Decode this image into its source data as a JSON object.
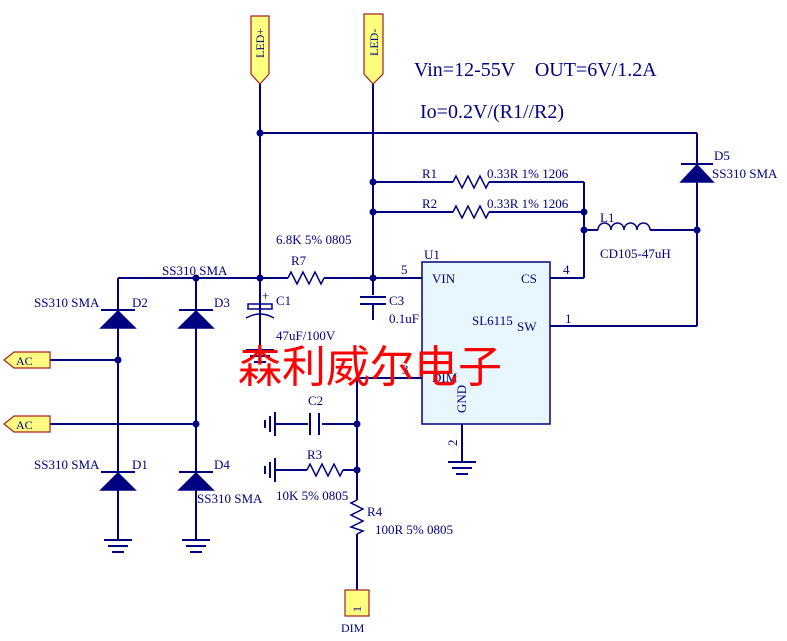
{
  "notes": {
    "vin_out": "Vin=12-55V    OUT=6V/1.2A",
    "io": "Io=0.2V/(R1//R2)"
  },
  "ports": {
    "led_plus": "LED+",
    "led_minus": "LED-",
    "ac_top": "AC",
    "ac_bottom": "AC",
    "dim": "DIM"
  },
  "components": {
    "r1_ref": "R1",
    "r1_val": "0.33R 1% 1206",
    "r2_ref": "R2",
    "r2_val": "0.33R 1% 1206",
    "d5_ref": "D5",
    "d5_val": "SS310 SMA",
    "l1_ref": "L1",
    "l1_val": "CD105-47uH",
    "r7_ref": "R7",
    "r7_val": "6.8K 5% 0805",
    "bridge_label": "SS310 SMA",
    "d2_ref": "D2",
    "d2_val": "SS310 SMA",
    "d3_ref": "D3",
    "d1_ref": "D1",
    "d1_val": "SS310 SMA",
    "d4_ref": "D4",
    "d4_val": "SS310 SMA",
    "c1_ref": "C1",
    "c1_val": "47uF/100V",
    "c3_ref": "C3",
    "c3_val": "0.1uF",
    "c2_ref": "C2",
    "r3_ref": "R3",
    "r3_val": "10K 5% 0805",
    "r4_ref": "R4",
    "r4_val": "100R 5% 0805",
    "u1_ref": "U1",
    "u1_part": "SL6115",
    "u1_vin": "VIN",
    "u1_cs": "CS",
    "u1_sw": "SW",
    "u1_dim": "DIM",
    "u1_gnd": "GND",
    "pin_5": "5",
    "pin_4": "4",
    "pin_1": "1",
    "pin_3": "3",
    "pin_2": "2",
    "dim_pin": "1"
  },
  "watermark": "森利威尔电子",
  "colors": {
    "wire": "#000080",
    "port_fill": "#ffff80",
    "ic_fill": "#e8f6ff",
    "watermark": "#ff0000"
  }
}
